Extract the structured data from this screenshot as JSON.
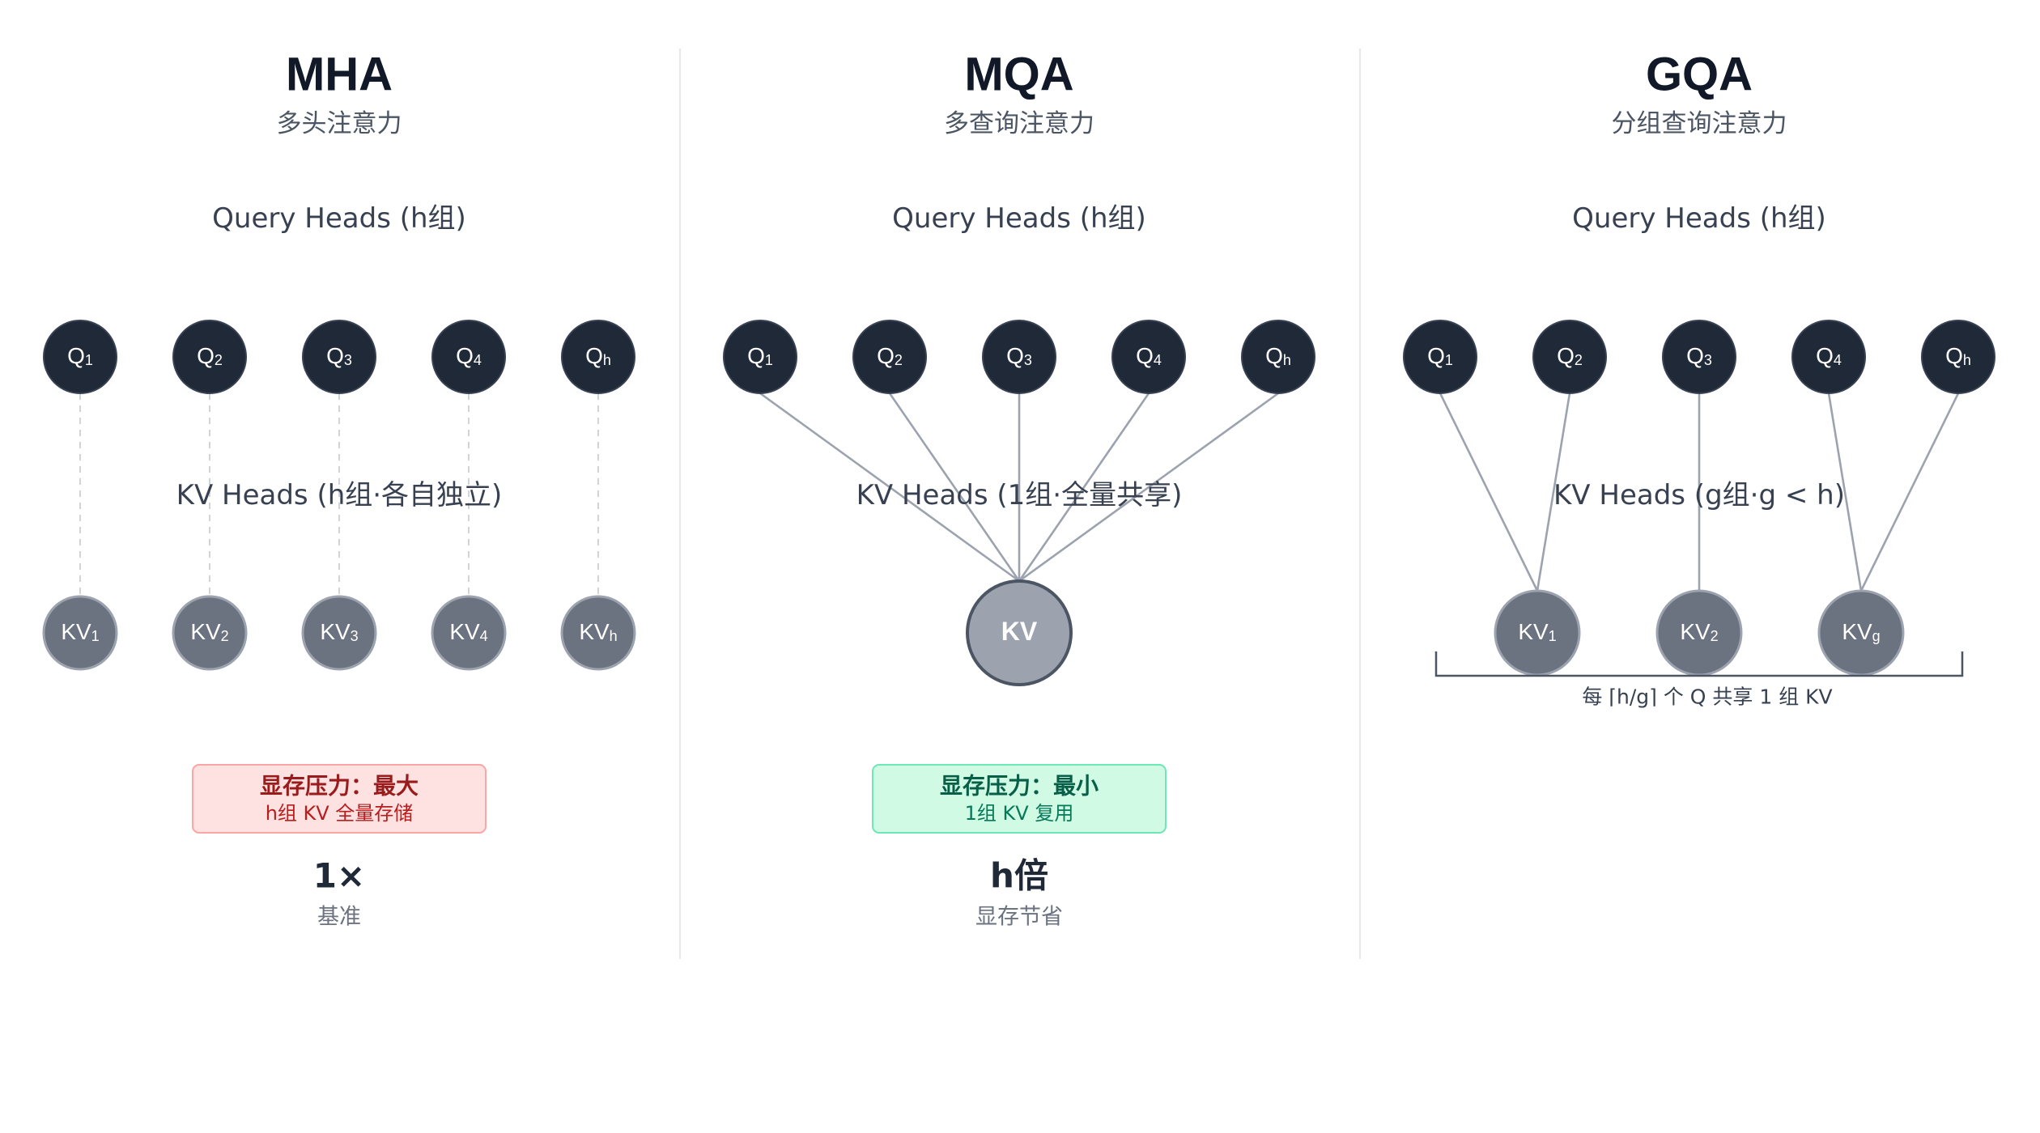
{
  "colors": {
    "query_node": "#1f2937",
    "kv_node": "#6b7280",
    "kv_shared_node": "#9ca3af",
    "edge": "#9ca3af",
    "divider": "#e5e7eb",
    "high_bg": "#fee2e2",
    "high_border": "#fca5a5",
    "high_title": "#991b1b",
    "high_sub": "#b91c1c",
    "low_bg": "#d1fae5",
    "low_border": "#6ee7b7",
    "low_title": "#065f46",
    "low_sub": "#047857"
  },
  "panels": [
    {
      "id": "mha",
      "title": "MHA",
      "subtitle": "多头注意力",
      "query_label": "Query Heads (h组)",
      "kv_label": "KV Heads (h组·各自独立)",
      "queries": [
        {
          "base": "Q",
          "sub": "1"
        },
        {
          "base": "Q",
          "sub": "2"
        },
        {
          "base": "Q",
          "sub": "3"
        },
        {
          "base": "Q",
          "sub": "4"
        },
        {
          "base": "Q",
          "sub": "h"
        }
      ],
      "kvs": [
        {
          "base": "KV",
          "sub": "1"
        },
        {
          "base": "KV",
          "sub": "2"
        },
        {
          "base": "KV",
          "sub": "3"
        },
        {
          "base": "KV",
          "sub": "4"
        },
        {
          "base": "KV",
          "sub": "h"
        }
      ],
      "kv_map": [
        0,
        1,
        2,
        3,
        4
      ],
      "edge_style": "dashed",
      "badge": {
        "tone": "high",
        "title": "显存压力：最大",
        "sub": "h组 KV 全量存储"
      },
      "ratio": "1×",
      "ratio_sub": "基准"
    },
    {
      "id": "mqa",
      "title": "MQA",
      "subtitle": "多查询注意力",
      "query_label": "Query Heads (h组)",
      "kv_label": "KV Heads (1组·全量共享)",
      "queries": [
        {
          "base": "Q",
          "sub": "1"
        },
        {
          "base": "Q",
          "sub": "2"
        },
        {
          "base": "Q",
          "sub": "3"
        },
        {
          "base": "Q",
          "sub": "4"
        },
        {
          "base": "Q",
          "sub": "h"
        }
      ],
      "kvs": [
        {
          "base": "KV",
          "sub": ""
        }
      ],
      "kv_map": [
        0,
        0,
        0,
        0,
        0
      ],
      "edge_style": "solid",
      "badge": {
        "tone": "low",
        "title": "显存压力：最小",
        "sub": "1组 KV 复用"
      },
      "ratio": "h倍",
      "ratio_sub": "显存节省"
    },
    {
      "id": "gqa",
      "title": "GQA",
      "subtitle": "分组查询注意力",
      "query_label": "Query Heads (h组)",
      "kv_label": "KV Heads (g组·g < h)",
      "queries": [
        {
          "base": "Q",
          "sub": "1"
        },
        {
          "base": "Q",
          "sub": "2"
        },
        {
          "base": "Q",
          "sub": "3"
        },
        {
          "base": "Q",
          "sub": "4"
        },
        {
          "base": "Q",
          "sub": "h"
        }
      ],
      "kvs": [
        {
          "base": "KV",
          "sub": "1"
        },
        {
          "base": "KV",
          "sub": "2"
        },
        {
          "base": "KV",
          "sub": "g"
        }
      ],
      "kv_map": [
        0,
        0,
        1,
        2,
        2
      ],
      "edge_style": "solid",
      "bracket_label": "每 ⌈h/g⌉ 个 Q 共享 1 组 KV"
    }
  ]
}
